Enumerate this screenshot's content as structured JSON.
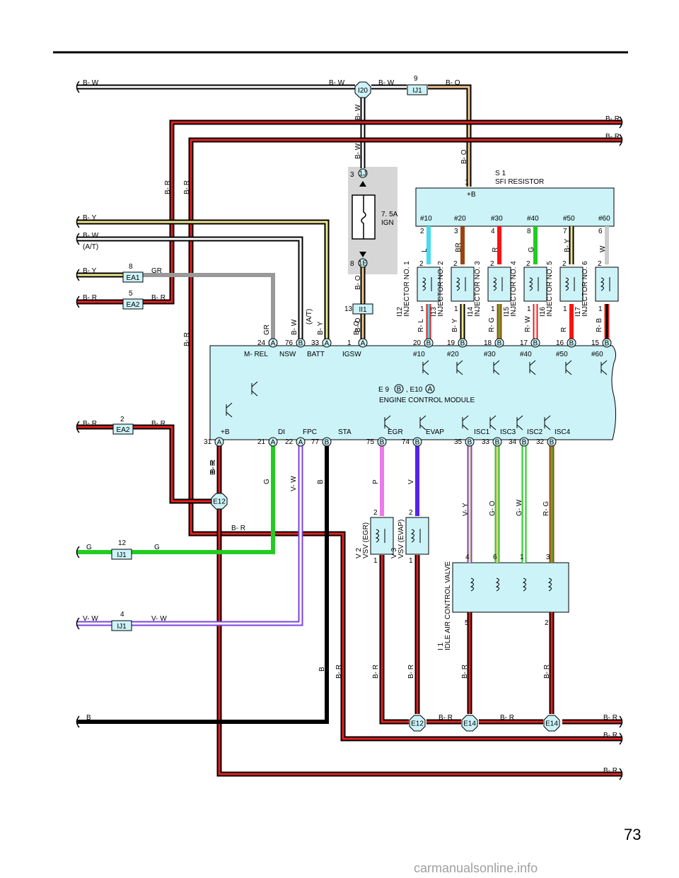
{
  "page": {
    "number": "73",
    "watermark": "carmanualsonline.info"
  },
  "colors": {
    "B-R": [
      "#000000",
      "#e8201e"
    ],
    "B-W": [
      "#000000",
      "#ffffff"
    ],
    "B-O": [
      "#000000",
      "#f0c890"
    ],
    "B-Y": [
      "#000000",
      "#f0e890"
    ],
    "GR": "#999999",
    "G": "#22cc22",
    "V-W": [
      "#7a44dd",
      "#ffffff"
    ],
    "B": "#000000",
    "P": "#ee77ee",
    "V": "#5522ee",
    "V-Y": [
      "#7a44dd",
      "#f0e890"
    ],
    "G-O": [
      "#22cc22",
      "#f0c890"
    ],
    "G-W": [
      "#22cc22",
      "#ffffff"
    ],
    "R-G": [
      "#e8201e",
      "#22cc22"
    ],
    "L": "#44ddee",
    "BR": "#994411",
    "R": "#ff1111",
    "W": "#cccccc",
    "module_fill": "#ccf3f8",
    "fuse_box_fill": "#d6d6d6"
  },
  "left_inputs": [
    {
      "label": "B- W",
      "connector": "",
      "pin": "",
      "out": ""
    },
    {
      "label": "B- Y",
      "connector": "",
      "pin": "",
      "out": ""
    },
    {
      "label": "B- W",
      "connector": "",
      "pin": "",
      "out": "",
      "note": "(A/T)"
    },
    {
      "label": "B- Y",
      "connector": "EA1",
      "pin": "8",
      "out": "GR"
    },
    {
      "label": "B- R",
      "connector": "EA2",
      "pin": "5",
      "out": "B- R"
    },
    {
      "label": "B- R",
      "connector": "EA2",
      "pin": "2",
      "out": "B- R"
    },
    {
      "label": "G",
      "connector": "IJ1",
      "pin": "12",
      "out": "G"
    },
    {
      "label": "V- W",
      "connector": "IJ1",
      "pin": "4",
      "out": "V- W"
    },
    {
      "label": "B",
      "connector": "",
      "pin": "",
      "out": ""
    }
  ],
  "right_outputs": [
    "B- R",
    "B- R",
    "B- R",
    "B- R",
    "B- R"
  ],
  "top": {
    "junction": "I20",
    "bw_left": "B- W",
    "bw_right": "B- W",
    "ij1_pin": "9",
    "ij1": "IJ1",
    "bo": "B- O",
    "bw_vert": "B- W"
  },
  "fuse": {
    "pin_top": "3",
    "conn_top": "1J",
    "rating": "7. 5A",
    "name": "IGN",
    "pin_bottom": "8",
    "conn_bottom": "1E",
    "wire": "B- O",
    "ii1_pin": "13",
    "ii1": "II1"
  },
  "resistor": {
    "name": "S 1",
    "desc": "SFI RESISTOR",
    "pin1": "1",
    "plus": "+B",
    "terms": [
      "#10",
      "#20",
      "#30",
      "#40",
      "#50",
      "#60"
    ],
    "pins": [
      "2",
      "3",
      "4",
      "8",
      "7",
      "6"
    ],
    "wires": [
      "L",
      "BR",
      "R",
      "G",
      "B- Y",
      "W"
    ]
  },
  "injectors": [
    {
      "id": "I12",
      "name": "INJECTOR NO. 1",
      "pin_in": "2",
      "pin_out": "1",
      "wire": "R- L",
      "ecm_pin": "20",
      "ecm_conn": "B"
    },
    {
      "id": "I13",
      "name": "INJECTOR NO. 2",
      "pin_in": "2",
      "pin_out": "1",
      "wire": "B- Y",
      "ecm_pin": "19",
      "ecm_conn": "B"
    },
    {
      "id": "I14",
      "name": "INJECTOR NO. 3",
      "pin_in": "2",
      "pin_out": "1",
      "wire": "R- G",
      "ecm_pin": "18",
      "ecm_conn": "B"
    },
    {
      "id": "I15",
      "name": "INJECTOR NO. 4",
      "pin_in": "2",
      "pin_out": "1",
      "wire": "R- W",
      "ecm_pin": "17",
      "ecm_conn": "B"
    },
    {
      "id": "I16",
      "name": "INJECTOR NO. 5",
      "pin_in": "2",
      "pin_out": "1",
      "wire": "R",
      "ecm_pin": "16",
      "ecm_conn": "B"
    },
    {
      "id": "I17",
      "name": "INJECTOR NO. 6",
      "pin_in": "2",
      "pin_out": "1",
      "wire": "R- B",
      "ecm_pin": "15",
      "ecm_conn": "B"
    }
  ],
  "ecm": {
    "title": "ENGINE CONTROL MODULE",
    "ids": "E 9",
    "conn_b": "B",
    "comma": ", E10",
    "conn_a": "A",
    "top_pins": [
      {
        "pin": "24",
        "conn": "A",
        "wire": "GR",
        "term": "M- REL"
      },
      {
        "pin": "76",
        "conn": "B",
        "wire": "B- W",
        "term": "NSW",
        "note": "(A/T)"
      },
      {
        "pin": "33",
        "conn": "A",
        "wire": "B- Y",
        "term": "BATT"
      },
      {
        "pin": "1",
        "conn": "A",
        "wire": "B- O",
        "term": "IGSW"
      }
    ],
    "inj_terms": [
      "#10",
      "#20",
      "#30",
      "#40",
      "#50",
      "#60"
    ],
    "bottom_pins": [
      {
        "pin": "31",
        "conn": "A",
        "term": "+B",
        "wire": "B- R"
      },
      {
        "pin": "21",
        "conn": "A",
        "term": "DI",
        "wire": "G"
      },
      {
        "pin": "22",
        "conn": "A",
        "term": "FPC",
        "wire": "V- W"
      },
      {
        "pin": "77",
        "conn": "B",
        "term": "STA",
        "wire": "B"
      },
      {
        "pin": "75",
        "conn": "B",
        "term": "EGR",
        "wire": "P"
      },
      {
        "pin": "74",
        "conn": "B",
        "term": "EVAP",
        "wire": "V"
      },
      {
        "pin": "35",
        "conn": "B",
        "term": "ISC1",
        "wire": "V- Y"
      },
      {
        "pin": "33",
        "conn": "B",
        "term": "ISC3",
        "wire": "G- O"
      },
      {
        "pin": "34",
        "conn": "B",
        "term": "ISC2",
        "wire": "G- W"
      },
      {
        "pin": "32",
        "conn": "B",
        "term": "ISC4",
        "wire": "R- G"
      }
    ]
  },
  "vsv": [
    {
      "id": "V 2",
      "name": "VSV (EGR)",
      "pin_in": "2",
      "pin_out": "1",
      "wire_out": "B- R"
    },
    {
      "id": "V 3",
      "name": "VSV (EVAP)",
      "pin_in": "2",
      "pin_out": "1",
      "wire_out": "B- R"
    }
  ],
  "iacv": {
    "id": "I 1",
    "name": "IDLE AIR CONTROL VALVE",
    "pins_top": [
      "4",
      "6",
      "1",
      "3"
    ],
    "pin_l": "5",
    "pin_r": "2",
    "wire_l": "B- R",
    "wire_r": "B- R"
  },
  "splices": {
    "e12_mid": "E12",
    "e12_bot": "E12",
    "e14_a": "E14",
    "e14_b": "E14",
    "br_mid": "B- R",
    "br_bot1": "B- R",
    "br_bot2": "B- R",
    "br_a": "B- R",
    "br_b": "B- R",
    "br_vert1": "B- R",
    "br_vert2": "B- R",
    "br_vert3": "B- R",
    "b_vert": "B",
    "br_left_vert": "B- R",
    "br_e12_vert": "B- R"
  }
}
